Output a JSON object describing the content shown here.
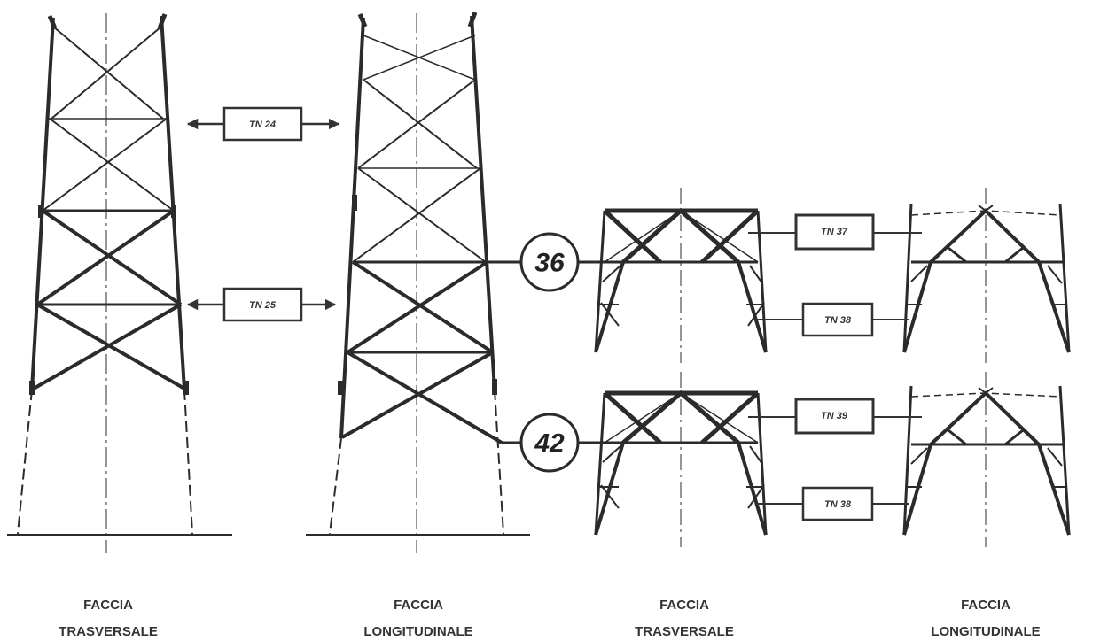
{
  "labels": {
    "faccia": "FACCIA",
    "trasversale": "TRASVERSALE",
    "longitudinale": "LONGITUDINALE"
  },
  "tags": {
    "tn24": "TN 24",
    "tn25": "TN 25",
    "tn37": "TN 37",
    "tn38_top": "TN 38",
    "tn39": "TN 39",
    "tn38_bottom": "TN 38"
  },
  "callouts": {
    "upper": "36",
    "lower": "42"
  },
  "colors": {
    "ink": "#2b2b2b",
    "light_ink": "#555555"
  }
}
